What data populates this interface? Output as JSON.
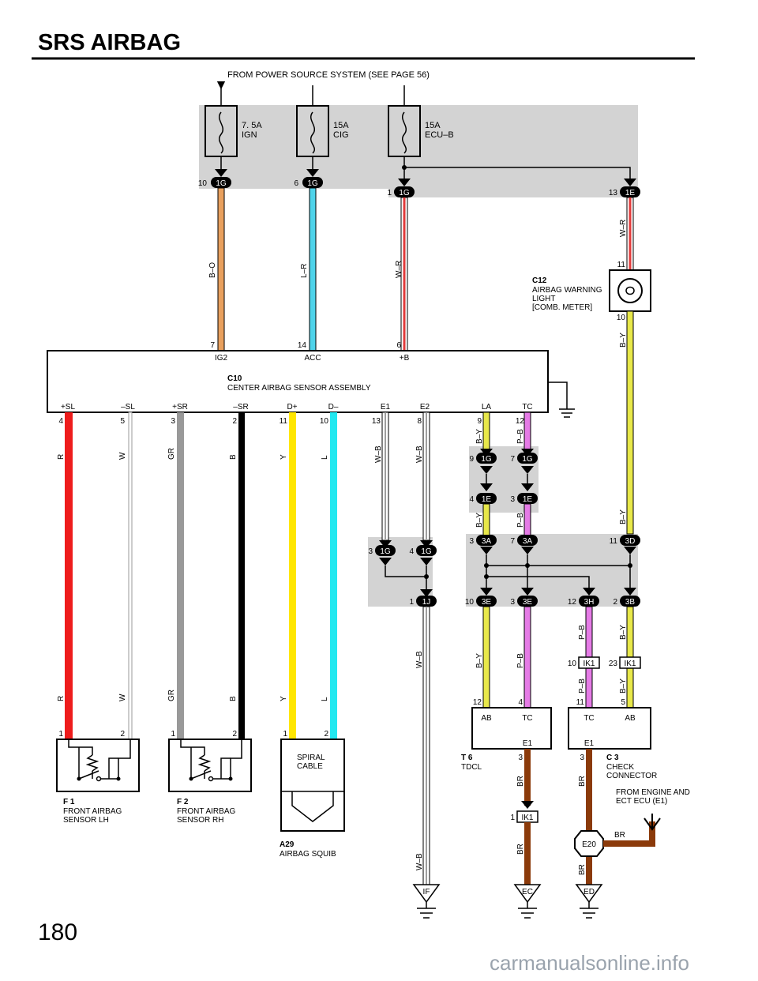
{
  "title": "SRS AIRBAG",
  "page_number": "180",
  "watermark": "carmanualsonline.info",
  "power_note": "FROM POWER SOURCE SYSTEM (SEE PAGE 56)",
  "fuses": [
    {
      "amp": "7. 5A",
      "name": "IGN"
    },
    {
      "amp": "15A",
      "name": "CIG"
    },
    {
      "amp": "15A",
      "name": "ECU–B"
    }
  ],
  "junctions": {
    "top": [
      {
        "pin": "10",
        "code": "1G"
      },
      {
        "pin": "6",
        "code": "1G"
      },
      {
        "pin": "1",
        "code": "1G"
      },
      {
        "pin": "13",
        "code": "1E"
      }
    ],
    "mid1": [
      {
        "pin": "9",
        "code": "1G"
      },
      {
        "pin": "7",
        "code": "1G"
      }
    ],
    "mid2": [
      {
        "pin": "4",
        "code": "1E"
      },
      {
        "pin": "3",
        "code": "1E"
      }
    ],
    "ground_left": [
      {
        "pin": "3",
        "code": "1G"
      },
      {
        "pin": "4",
        "code": "1G"
      },
      {
        "pin": "1",
        "code": "1J"
      }
    ],
    "jb3_top": [
      {
        "pin": "3",
        "code": "3A"
      },
      {
        "pin": "7",
        "code": "3A"
      },
      {
        "pin": "11",
        "code": "3D"
      }
    ],
    "jb3_bottom": [
      {
        "pin": "10",
        "code": "3E"
      },
      {
        "pin": "3",
        "code": "3E"
      },
      {
        "pin": "12",
        "code": "3H"
      },
      {
        "pin": "2",
        "code": "3B"
      }
    ],
    "ik1": [
      {
        "pin": "10",
        "code": "IK1"
      },
      {
        "pin": "23",
        "code": "IK1"
      },
      {
        "pin": "1",
        "code": "IK1"
      }
    ]
  },
  "wires": {
    "b_o": "B–O",
    "l_r": "L–R",
    "w_r": "W–R",
    "w_r2": "W–R",
    "b_y": "B–Y",
    "p_b": "P–B",
    "r": "R",
    "w": "W",
    "gr": "GR",
    "b": "B",
    "y": "Y",
    "l": "L",
    "w_b": "W–B",
    "br": "BR"
  },
  "sensor_assembly": {
    "code": "C10",
    "name": "CENTER AIRBAG SENSOR ASSEMBLY",
    "top_terminals": [
      {
        "pin": "7",
        "label": "IG2"
      },
      {
        "pin": "14",
        "label": "ACC"
      },
      {
        "pin": "6",
        "label": "+B"
      }
    ],
    "bottom_terminals": [
      {
        "pin": "4",
        "label": "+SL"
      },
      {
        "pin": "5",
        "label": "–SL"
      },
      {
        "pin": "3",
        "label": "+SR"
      },
      {
        "pin": "2",
        "label": "–SR"
      },
      {
        "pin": "11",
        "label": "D+"
      },
      {
        "pin": "10",
        "label": "D–"
      },
      {
        "pin": "13",
        "label": "E1"
      },
      {
        "pin": "8",
        "label": "E2"
      },
      {
        "pin": "9",
        "label": "LA"
      },
      {
        "pin": "12",
        "label": "TC"
      }
    ]
  },
  "warning_light": {
    "code": "C12",
    "lines": [
      "AIRBAG WARNING",
      "LIGHT",
      "[COMB.  METER]"
    ],
    "pin_top": "11",
    "pin_bottom": "10"
  },
  "front_lh": {
    "code": "F 1",
    "lines": [
      "FRONT AIRBAG",
      "SENSOR LH"
    ],
    "pins": [
      "1",
      "2"
    ]
  },
  "front_rh": {
    "code": "F 2",
    "lines": [
      "FRONT AIRBAG",
      "SENSOR RH"
    ],
    "pins": [
      "1",
      "2"
    ]
  },
  "squib": {
    "code": "A29",
    "name": "AIRBAG SQUIB",
    "inner": [
      "SPIRAL",
      "CABLE"
    ],
    "pins": [
      "1",
      "2"
    ]
  },
  "tdcl": {
    "code": "T 6",
    "name": "TDCL",
    "pins": [
      "12",
      "4"
    ],
    "labels": [
      "AB",
      "TC"
    ],
    "ground_label": "E1",
    "ground_pin": "3"
  },
  "check_connector": {
    "code": "C 3",
    "lines": [
      "CHECK",
      "CONNECTOR"
    ],
    "pins": [
      "11",
      "5"
    ],
    "labels": [
      "TC",
      "AB"
    ],
    "ground_label": "E1",
    "ground_pin": "3"
  },
  "engine_note": [
    "FROM ENGINE AND",
    "ECT ECU (E1)"
  ],
  "splice": "E20",
  "grounds": [
    "IF",
    "EC",
    "ED"
  ],
  "colors": {
    "shade": "#d3d3d3",
    "bo": "#e8a05e",
    "lr": "#4fd3ea",
    "wr": "#e23b3b",
    "by": "#e8e84a",
    "pb": "#e57be6",
    "red": "#ee1c1c",
    "white": "#cccccc",
    "gray": "#999999",
    "black": "#000000",
    "yellow": "#ffe600",
    "cyan": "#22e8f0",
    "wb": "#9e9e9e",
    "brown": "#8b3a0a"
  }
}
